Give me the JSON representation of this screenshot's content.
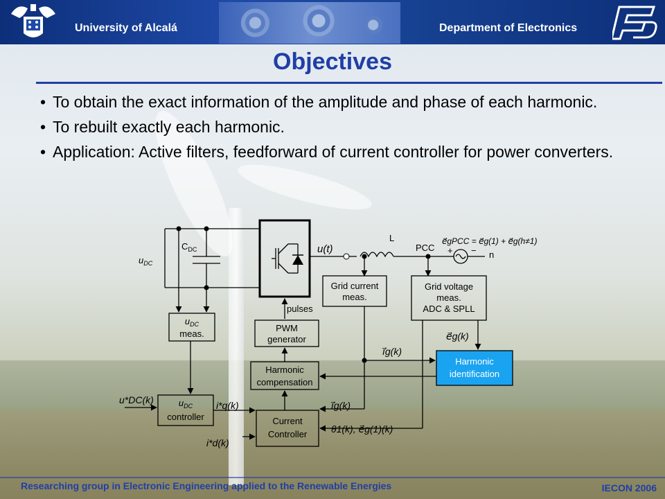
{
  "header": {
    "university": "University of Alcalá",
    "department": "Department of Electronics"
  },
  "title": "Objectives",
  "bullets": [
    "To obtain the exact information of the amplitude and phase of each harmonic.",
    "To rebuilt exactly each harmonic.",
    "Application: Active filters, feedforward of current controller for power converters."
  ],
  "diagram": {
    "u_dc_main": "u",
    "u_dc_sub": "DC",
    "c_dc_main": "C",
    "c_dc_sub": "DC",
    "u_t": "u(t)",
    "inductor": "L",
    "pcc": "PCC",
    "equation": "e⃗gPCC = e⃗g(1) + e⃗g(h≠1)",
    "plus": "+",
    "minus": "−",
    "neutral": "n",
    "grid_current_line1": "Grid current",
    "grid_current_line2": "meas.",
    "grid_voltage_line1": "Grid voltage",
    "grid_voltage_line2": "meas.",
    "grid_voltage_line3": "ADC & SPLL",
    "pulses": "pulses",
    "udc_meas_line1": "u",
    "udc_meas_sub": "DC",
    "udc_meas_line2": "meas.",
    "pwm_line1": "PWM",
    "pwm_line2": "generator",
    "harm_comp_line1": "Harmonic",
    "harm_comp_line2": "compensation",
    "harm_id_line1": "Harmonic",
    "harm_id_line2": "identification",
    "eg_k": "e⃗g(k)",
    "ig_k_top": "i⃗g(k)",
    "udc_ref": "u*DC(k)",
    "udc_ctrl_line1": "u",
    "udc_ctrl_sub": "DC",
    "udc_ctrl_line2": "controller",
    "iq_ref": "i*q(k)",
    "ig_k_bottom": "i⃗g(k)",
    "theta_eg": "θ1(k),   e⃗g(1)(k)",
    "current_ctrl_line1": "Current",
    "current_ctrl_line2": "Controller",
    "id_ref": "i*d(k)"
  },
  "footer": {
    "group": "Researching group in Electronic Engineering applied to the Renewable Energies",
    "conference": "IECON 2006"
  },
  "colors": {
    "header_blue": "#1f4aa8",
    "title_blue": "#1f3fa6",
    "harmonic_id_fill": "#1aa3f0"
  }
}
